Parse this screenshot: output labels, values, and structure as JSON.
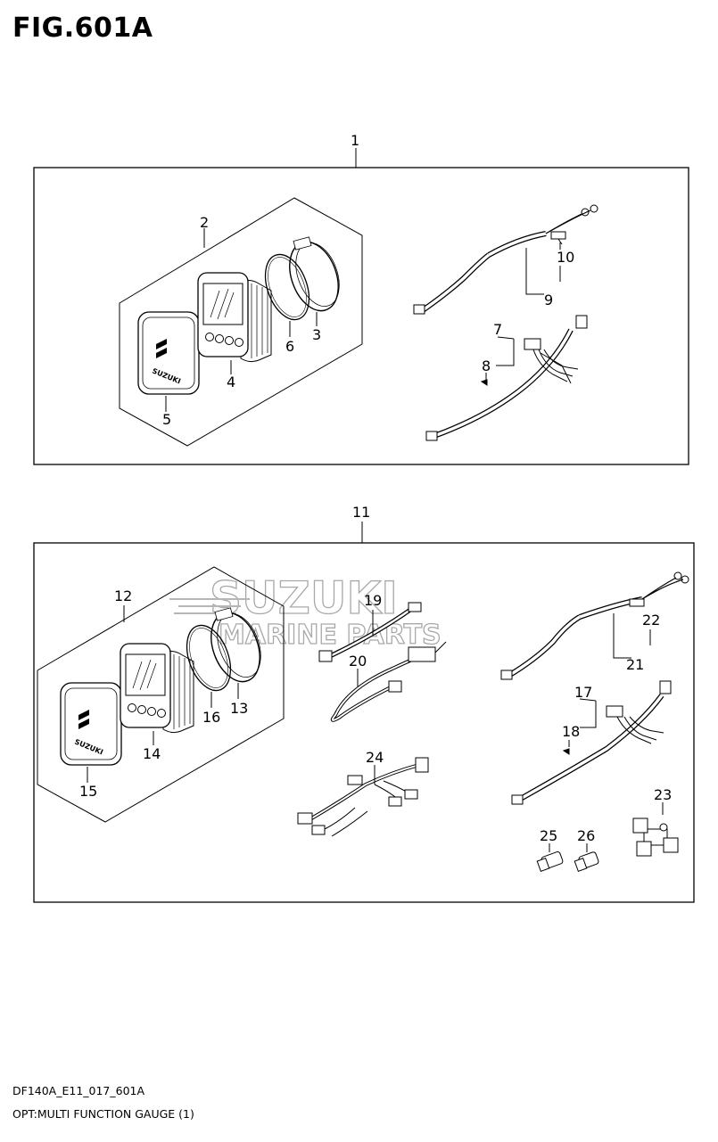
{
  "figure_title": "FIG.601A",
  "footer": {
    "code": "DF140A_E11_017_601A",
    "name": "OPT:MULTI FUNCTION GAUGE (1)"
  },
  "watermark": {
    "brand": "SUZUKI",
    "line2": "MARINE PARTS"
  },
  "callouts": {
    "c1": "1",
    "c2": "2",
    "c3": "3",
    "c4": "4",
    "c5": "5",
    "c6": "6",
    "c7": "7",
    "c8": "8",
    "c9": "9",
    "c10": "10",
    "c11": "11",
    "c12": "12",
    "c13": "13",
    "c14": "14",
    "c15": "15",
    "c16": "16",
    "c17": "17",
    "c18": "18",
    "c19": "19",
    "c20": "20",
    "c21": "21",
    "c22": "22",
    "c23": "23",
    "c24": "24",
    "c25": "25",
    "c26": "26"
  },
  "logo_text": "SUZUKI"
}
